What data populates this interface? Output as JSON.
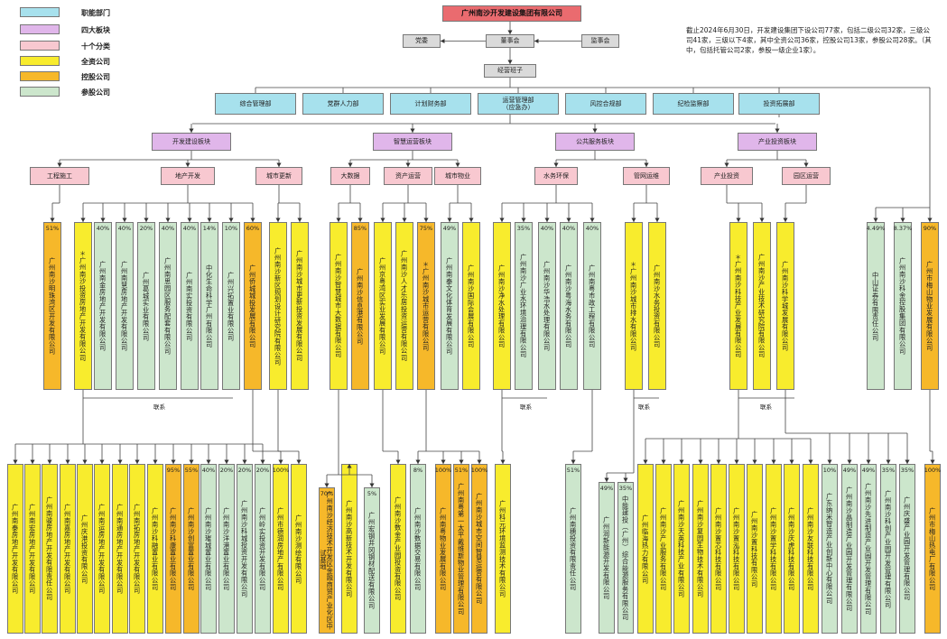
{
  "legend": [
    {
      "label": "职能部门",
      "color": "#a7e1ed"
    },
    {
      "label": "四大板块",
      "color": "#e0b6ea"
    },
    {
      "label": "十个分类",
      "color": "#f8c8d0"
    },
    {
      "label": "全资公司",
      "color": "#f8ec2d"
    },
    {
      "label": "控股公司",
      "color": "#f6b82a"
    },
    {
      "label": "参股公司",
      "color": "#cce6cc"
    }
  ],
  "top": {
    "group": "广州南沙开发建设集团有限公司",
    "party": "党委",
    "board": "董事会",
    "supervisor": "监事会",
    "mgmt": "经营班子"
  },
  "note": "截止2024年6月30日，开发建设集团下设公司77家，包括二级公司32家，三级公司41家，三级以下4家，其中全资公司36家，控股公司13家，参股公司28家。（其中，包括托管公司2家，参股一级企业1家）。",
  "departments": [
    "综合管理部",
    "党群人力部",
    "计划财务部",
    "运营管理部\n（应急办）",
    "风控合规部",
    "纪检监察部",
    "投资拓展部"
  ],
  "sectors": [
    "开发建设板块",
    "智慧运营板块",
    "公共服务板块",
    "产业投资板块"
  ],
  "categories": [
    "工程施工",
    "地产开发",
    "城市更新",
    "大数据",
    "资产运营",
    "城市物业",
    "水务环保",
    "管网运维",
    "产业投资",
    "园区运营"
  ],
  "link_label": "联系",
  "level2": [
    {
      "name": "广州南沙明珠湾区开发有限公司",
      "pct": "51%"
    },
    {
      "name": "＊广州南沙投资房地产开发有限公司",
      "pct": ""
    },
    {
      "name": "广州南金房地产开发有限公司",
      "pct": "40%"
    },
    {
      "name": "广州南慧房地产开发有限公司",
      "pct": "40%"
    },
    {
      "name": "广州葛城实业有限公司",
      "pct": "20%"
    },
    {
      "name": "广州南思园区服务配套有限公司",
      "pct": "40%"
    },
    {
      "name": "广州南实投资有限公司",
      "pct": "40%"
    },
    {
      "name": "中化生命科学广州有限公司",
      "pct": "14%"
    },
    {
      "name": "广州兴拓置业有限公司",
      "pct": "10%"
    },
    {
      "name": "广州侨城城投发展有限公司",
      "pct": "60%"
    },
    {
      "name": "广州南沙新区规划设计研究院有限公司",
      "pct": ""
    },
    {
      "name": "广州南沙城市更新投资发展有限公司",
      "pct": ""
    },
    {
      "name": "广州南沙智慧城市大数据有限公司",
      "pct": ""
    },
    {
      "name": "广州南沙信息港有限公司",
      "pct": "85%"
    },
    {
      "name": "广州京粤湾区实业发展有限公司",
      "pct": ""
    },
    {
      "name": "广州南沙人才乐居投资运营有限公司",
      "pct": ""
    },
    {
      "name": "＊广州南沙城市运营有限公司",
      "pct": "75%"
    },
    {
      "name": "广州南泰文化体育发展有限公司",
      "pct": "49%"
    },
    {
      "name": "广州南沙国际会展有限公司",
      "pct": ""
    },
    {
      "name": "广州南沙净水处理有限公司",
      "pct": ""
    },
    {
      "name": "广州南沙广业水环境治理有限公司",
      "pct": "35%"
    },
    {
      "name": "广州南沙华浩水处理有限公司",
      "pct": "40%"
    },
    {
      "name": "广州南沙粤海水务有限公司",
      "pct": "40%"
    },
    {
      "name": "广州南粤市政工程有限公司",
      "pct": "40%"
    },
    {
      "name": "＊广州南沙城市排水有限公司",
      "pct": ""
    },
    {
      "name": "广州南沙水务投资有限公司",
      "pct": ""
    },
    {
      "name": "＊广州南沙科技产业发展有限公司",
      "pct": ""
    },
    {
      "name": "广州南沙产业技术研究院有限公司",
      "pct": ""
    },
    {
      "name": "广州南沙科学城发展有限公司",
      "pct": ""
    },
    {
      "name": "中山证券有限责任公司",
      "pct": "4.49%"
    },
    {
      "name": "广州南沙科金控股集团有限公司",
      "pct": "8.37%"
    },
    {
      "name": "广州市梅山物业发展有限公司",
      "pct": "90%"
    }
  ],
  "level3": [
    {
      "name": "广州南泰房地产开发有限公司",
      "pct": ""
    },
    {
      "name": "广州南宏房地产开发有限公司",
      "pct": ""
    },
    {
      "name": "广州南骏房地产开发有限责任公司",
      "pct": ""
    },
    {
      "name": "广州南嘉房地产开发有限公司",
      "pct": ""
    },
    {
      "name": "广州庆港投资有限公司",
      "pct": ""
    },
    {
      "name": "广州南运房地产开发有限公司",
      "pct": ""
    },
    {
      "name": "广州南通房地产开发有限公司",
      "pct": ""
    },
    {
      "name": "广州南拓房地产开发有限公司",
      "pct": ""
    },
    {
      "name": "广州南沙科融置业有限公司",
      "pct": ""
    },
    {
      "name": "广州南沙科康置业有限公司",
      "pct": "95%"
    },
    {
      "name": "广州南沙创富置业有限公司",
      "pct": "55%"
    },
    {
      "name": "广州南沙璀城置业有限公司",
      "pct": "40%"
    },
    {
      "name": "广州南沙洋港置业有限公司",
      "pct": "20%"
    },
    {
      "name": "广州南沙科城投资开发有限公司",
      "pct": "20%"
    },
    {
      "name": "广州岭实投资开发有限公司",
      "pct": "20%"
    },
    {
      "name": "广州市德润房地产有限公司",
      "pct": "100%"
    },
    {
      "name": "广州南沙测绘有限公司",
      "pct": ""
    },
    {
      "name": "广州南沙经济技术开发区金融商贸产业化区中试基地",
      "pct": "70%"
    },
    {
      "name": "广州南沙高新技术开发有限公司",
      "pct": ""
    },
    {
      "name": "广州宏钢井冈钢材配送有限公司",
      "pct": "5%"
    },
    {
      "name": "广州南沙数金产业园投资有限公司",
      "pct": ""
    },
    {
      "name": "广州南沙数据交易有限公司",
      "pct": "8%"
    },
    {
      "name": "广州南粤物业发展有限公司",
      "pct": "100%"
    },
    {
      "name": "广州南粤第一太平戴维斯物业管理有限公司",
      "pct": "51%"
    },
    {
      "name": "广州南沙城市空间智慧运营有限公司",
      "pct": "100%"
    },
    {
      "name": "广州科元环境监测技术有限公司",
      "pct": ""
    },
    {
      "name": "广州南穗投资有限责任公司",
      "pct": "51%"
    },
    {
      "name": "广州润新能源开发有限公司",
      "pct": "49%"
    },
    {
      "name": "中能建投（广州）综合能源服务有限公司",
      "pct": "35%"
    },
    {
      "name": "广州临海热力有限公司",
      "pct": ""
    },
    {
      "name": "广州南沙产业服务有限公司",
      "pct": ""
    },
    {
      "name": "广州南沙天英科技产业有限公司",
      "pct": ""
    },
    {
      "name": "广州南沙复园生物技术有限公司",
      "pct": ""
    },
    {
      "name": "广州南沙置芯科技有限公司",
      "pct": ""
    },
    {
      "name": "广州南沙置泓科技有限公司",
      "pct": ""
    },
    {
      "name": "广州南沙置科技有限公司",
      "pct": ""
    },
    {
      "name": "广州南沙置学科技有限公司",
      "pct": ""
    },
    {
      "name": "广州南沙庆虎科技有限公司",
      "pct": ""
    },
    {
      "name": "广州南沙友联科技有限公司",
      "pct": ""
    },
    {
      "name": "广东纳米智造产业创新中心有限公司",
      "pct": "10%"
    },
    {
      "name": "广州南沙晶制造产业园开发管理有限公司",
      "pct": "49%"
    },
    {
      "name": "广州南沙先进制造产业园开发管理有限公司",
      "pct": "49%"
    },
    {
      "name": "广州南沙科创产业园开发管理有限公司",
      "pct": "35%"
    },
    {
      "name": "广州庆盛产业园开发管理有限公司",
      "pct": "35%"
    },
    {
      "name": "广州市梅山热电厂有限公司",
      "pct": "100%"
    }
  ]
}
